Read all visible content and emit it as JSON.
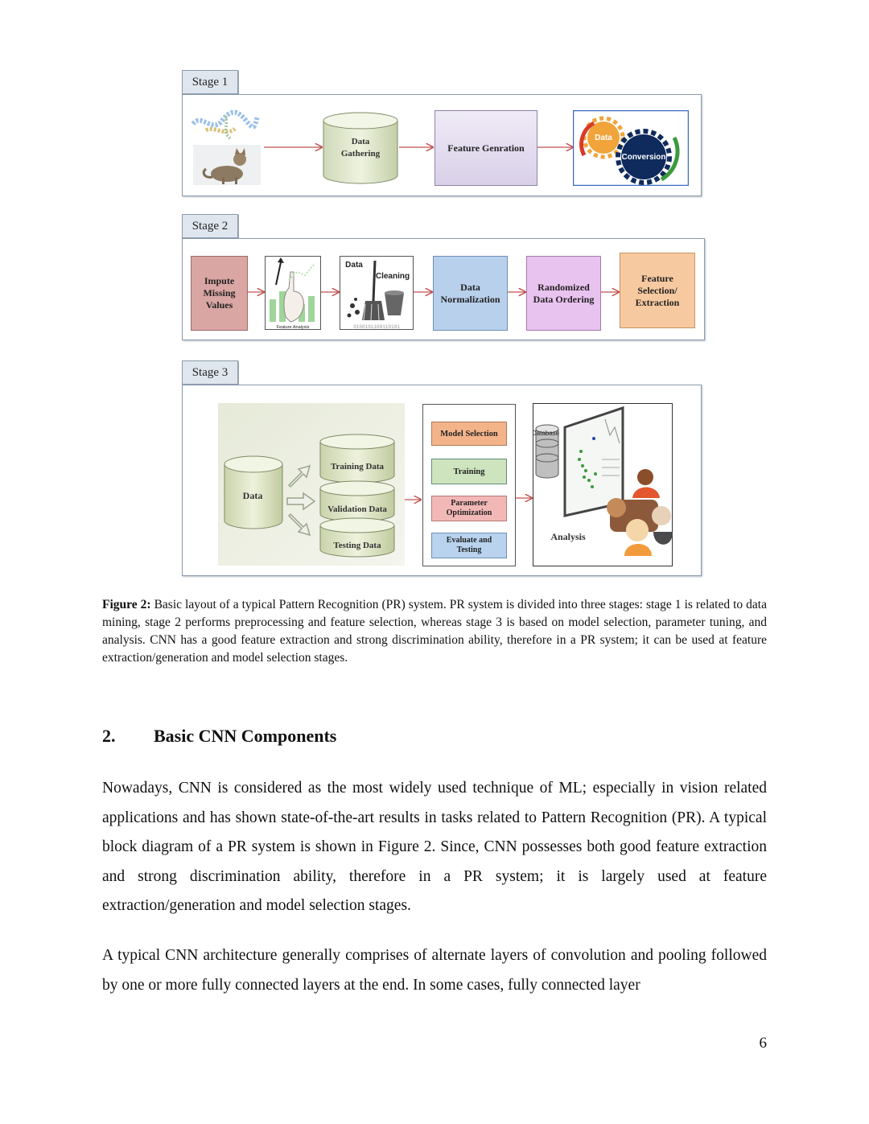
{
  "figure": {
    "stage1": {
      "tab": "Stage 1",
      "data_gathering": "Data\nGathering",
      "data_gathering_l1": "Data",
      "data_gathering_l2": "Gathering",
      "feature_generation": "Feature Genration",
      "gear_data": "Data",
      "gear_conversion": "Conversion"
    },
    "stage2": {
      "tab": "Stage 2",
      "impute_l1": "Impute",
      "impute_l2": "Missing",
      "impute_l3": "Values",
      "feature_analysis": "Feature Analysis",
      "data_label": "Data",
      "cleaning_label": "Cleaning",
      "normalization_l1": "Data",
      "normalization_l2": "Normalization",
      "randomized_l1": "Randomized",
      "randomized_l2": "Data Ordering",
      "fs_l1": "Feature",
      "fs_l2": "Selection/",
      "fs_l3": "Extraction"
    },
    "stage3": {
      "tab": "Stage 3",
      "data": "Data",
      "training_data": "Training Data",
      "validation_data": "Validation Data",
      "testing_data": "Testing Data",
      "model_selection": "Model Selection",
      "training": "Training",
      "param_l1": "Parameter",
      "param_l2": "Optimization",
      "eval_l1": "Evaluate and",
      "eval_l2": "Testing",
      "database": "Database",
      "analysis": "Analysis"
    }
  },
  "caption": {
    "label": "Figure 2:",
    "text": " Basic layout of a typical Pattern Recognition (PR) system. PR system is divided into three stages: stage 1 is related to data mining, stage 2 performs preprocessing and feature selection, whereas stage 3 is based on model selection, parameter tuning, and analysis. CNN has a good feature extraction and strong discrimination ability, therefore in a PR system; it can be used at feature extraction/generation and model selection stages."
  },
  "section": {
    "number": "2.",
    "title": "Basic CNN Components"
  },
  "paragraphs": [
    "Nowadays, CNN is considered as the most widely used technique of ML; especially in vision related applications and has shown state-of-the-art results in tasks related to Pattern Recognition (PR).  A typical block diagram of a PR system is shown in Figure 2. Since, CNN possesses both good feature extraction and strong discrimination ability, therefore in a PR system; it is largely used at feature extraction/generation and model selection stages.",
    "A typical CNN architecture generally comprises of alternate layers of convolution and pooling followed by one or more fully connected layers at the end. In some cases, fully connected layer"
  ],
  "page_number": "6",
  "colors": {
    "arrow": "#c0504d",
    "impute": "#d9a6a4",
    "normalization": "#b8d0ec",
    "randomized": "#e9c3ef",
    "feature_selection": "#f7c9a0",
    "feature_generation": "#e3dcef",
    "model_selection": "#f4b48a",
    "training": "#cde4be",
    "parameter": "#f2b8b6",
    "evaluate": "#b9d3ee"
  }
}
